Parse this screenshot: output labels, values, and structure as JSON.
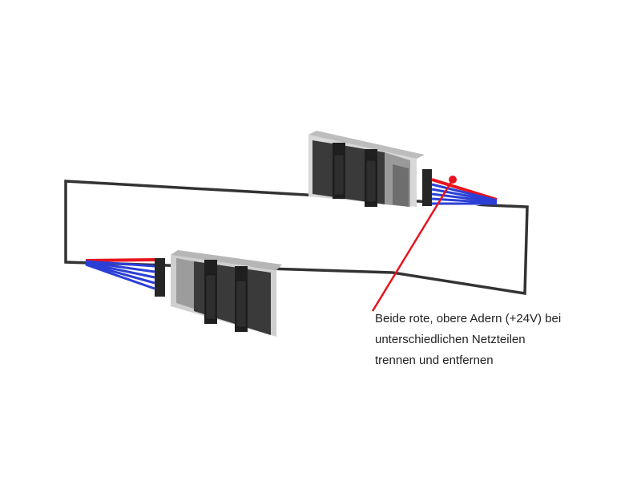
{
  "annotation": {
    "lines": [
      "Beide rote, obere Adern (+24V) bei",
      "unterschiedlichen Netzteilen",
      "trennen und entfernen"
    ],
    "color": "#e8141d"
  },
  "colors": {
    "frame": "#333333",
    "wire_red": "#e8141d",
    "wire_blue": "#2b3fd6",
    "connector_dark": "#2a2a2a",
    "connector_grey": "#8c8c8c"
  },
  "wires": {
    "count_per_ribbon": 6,
    "marked_top_wires": 1
  }
}
